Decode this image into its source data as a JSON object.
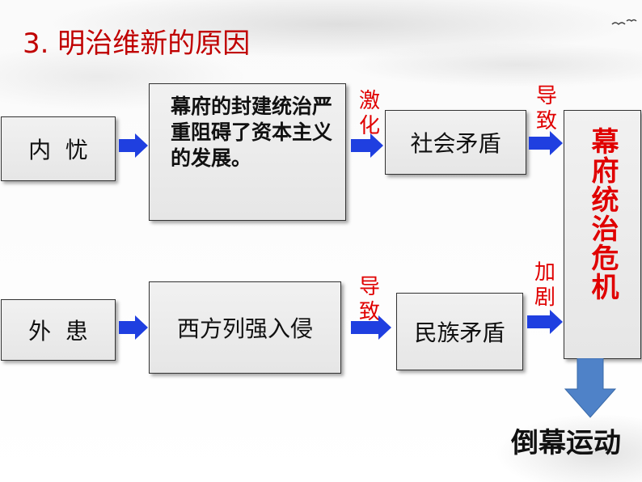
{
  "title": "3. 明治维新的原因",
  "left_labels": {
    "inner": "内  忧",
    "outer": "外  患"
  },
  "cause_boxes": {
    "inner": "幕府的封建统治严重阻碍了资本主义的发展。",
    "outer": "西方列强入侵"
  },
  "verbs": {
    "inner_to_conflict": "激化",
    "outer_to_conflict": "导致",
    "social_to_crisis": "导致",
    "national_to_crisis": "加剧"
  },
  "conflicts": {
    "social": "社会矛盾",
    "national": "民族矛盾"
  },
  "crisis": "幕府统治危机",
  "result": "倒幕运动",
  "colors": {
    "accent_red": "#e00000",
    "arrow_blue": "#1f3fe0",
    "down_arrow_blue": "#4f82c8"
  }
}
